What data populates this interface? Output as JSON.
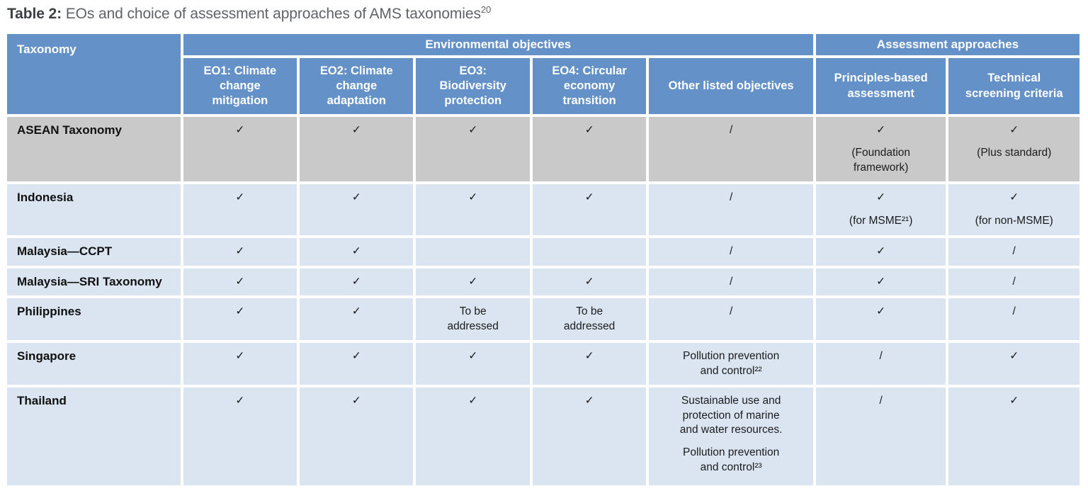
{
  "title": {
    "prefix": "Table 2:",
    "rest": " EOs and choice of assessment approaches of AMS taxonomies",
    "superscript": "20"
  },
  "colors": {
    "header_blue": "#6391c8",
    "header_text": "#ffffff",
    "row_gray": "#c9c9c9",
    "row_blue": "#dbe5f1",
    "body_text": "#1c1c1c",
    "title_dark": "#3c4045",
    "title_gray": "#5f6368"
  },
  "table": {
    "corner_header": "Taxonomy",
    "group_headers": [
      "Environmental objectives",
      "Assessment approaches"
    ],
    "columns": [
      "EO1: Climate\nchange\nmitigation",
      "EO2: Climate\nchange\nadaptation",
      "EO3:\nBiodiversity\nprotection",
      "EO4: Circular\neconomy\ntransition",
      "Other listed objectives",
      "Principles-based\nassessment",
      "Technical\nscreening criteria"
    ],
    "marks": {
      "check": "✓",
      "slash": "/"
    },
    "rows": [
      {
        "taxonomy": "ASEAN Taxonomy",
        "highlight": true,
        "cells": [
          [
            "✓"
          ],
          [
            "✓"
          ],
          [
            "✓"
          ],
          [
            "✓"
          ],
          [
            "/"
          ],
          [
            "✓",
            "(Foundation\nframework)"
          ],
          [
            "✓",
            "(Plus standard)"
          ]
        ]
      },
      {
        "taxonomy": "Indonesia",
        "highlight": false,
        "cells": [
          [
            "✓"
          ],
          [
            "✓"
          ],
          [
            "✓"
          ],
          [
            "✓"
          ],
          [
            "/"
          ],
          [
            "✓",
            "(for MSME²¹)"
          ],
          [
            "✓",
            "(for non-MSME)"
          ]
        ]
      },
      {
        "taxonomy": "Malaysia—CCPT",
        "highlight": false,
        "cells": [
          [
            "✓"
          ],
          [
            "✓"
          ],
          [],
          [],
          [
            "/"
          ],
          [
            "✓"
          ],
          [
            "/"
          ]
        ]
      },
      {
        "taxonomy": "Malaysia—SRI Taxonomy",
        "highlight": false,
        "cells": [
          [
            "✓"
          ],
          [
            "✓"
          ],
          [
            "✓"
          ],
          [
            "✓"
          ],
          [
            "/"
          ],
          [
            "✓"
          ],
          [
            "/"
          ]
        ]
      },
      {
        "taxonomy": "Philippines",
        "highlight": false,
        "cells": [
          [
            "✓"
          ],
          [
            "✓"
          ],
          [
            "To be\naddressed"
          ],
          [
            "To be\naddressed"
          ],
          [
            "/"
          ],
          [
            "✓"
          ],
          [
            "/"
          ]
        ]
      },
      {
        "taxonomy": "Singapore",
        "highlight": false,
        "cells": [
          [
            "✓"
          ],
          [
            "✓"
          ],
          [
            "✓"
          ],
          [
            "✓"
          ],
          [
            "Pollution prevention\nand control²²"
          ],
          [
            "/"
          ],
          [
            "✓"
          ]
        ]
      },
      {
        "taxonomy": "Thailand",
        "highlight": false,
        "cells": [
          [
            "✓"
          ],
          [
            "✓"
          ],
          [
            "✓"
          ],
          [
            "✓"
          ],
          [
            "Sustainable use and\nprotection of marine\nand water resources.",
            "Pollution prevention\nand control²³"
          ],
          [
            "/"
          ],
          [
            "✓"
          ]
        ]
      }
    ]
  }
}
